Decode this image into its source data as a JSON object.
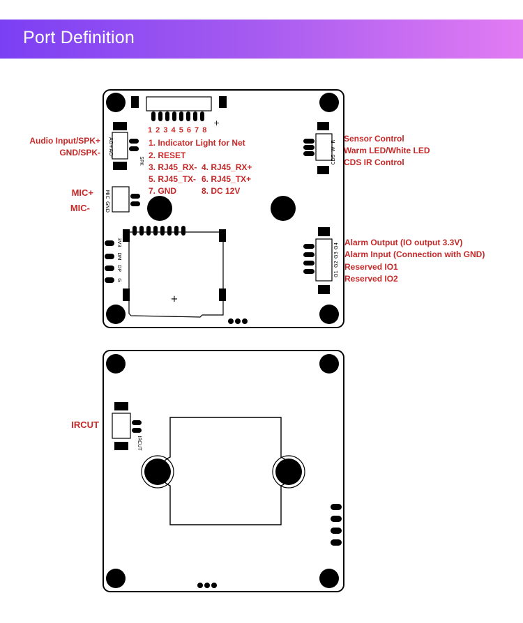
{
  "header": {
    "title": "Port Definition"
  },
  "board_top": {
    "left_labels": {
      "audio_in": "Audio Input/SPK+",
      "gnd_spk": "GND/SPK-",
      "mic_plus": "MIC+",
      "mic_minus": "MIC-"
    },
    "net_pins": {
      "numbers": "1 2 3 4 5 6 7 8",
      "list": [
        "1. Indicator Light for Net",
        "2. RESET",
        "3. RJ45_RX-",
        "4. RJ45_RX+",
        "5. RJ45_TX-",
        "6. RJ45_TX+",
        "7. GND",
        "8. DC 12V"
      ]
    },
    "sensor_labels": [
      "Sensor Control",
      "Warm LED/White LED",
      "CDS IR Control"
    ],
    "alarm_labels": [
      "Alarm Output (IO output 3.3V)",
      "Alarm Input (Connection with GND)",
      "Reserved IO1",
      "Reserved IO2"
    ],
    "silk": {
      "ao_plus": "AO+",
      "ao_minus": "AO-",
      "spk": "SPK",
      "mic": "MIC",
      "gnd": "GND",
      "cds": "CDS",
      "w": "W",
      "r": "R",
      "g1": "G1",
      "g2": "G2",
      "g3": "G3",
      "g4": "G4",
      "v33": "3V3",
      "dm": "DM",
      "dp": "DP",
      "g": "G",
      "plus": "+"
    }
  },
  "board_bottom": {
    "ircut_label": "IRCUT",
    "silk": {
      "ircut": "IRCUT"
    }
  }
}
